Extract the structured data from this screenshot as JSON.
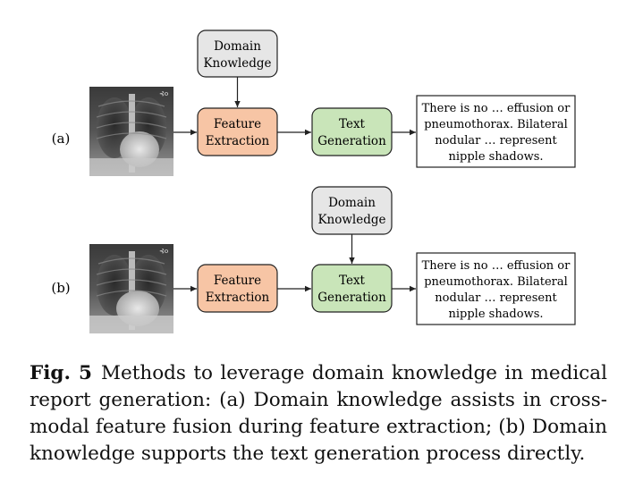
{
  "panels": [
    {
      "label": "(a)",
      "domain_knowledge": [
        "Domain",
        "Knowledge"
      ],
      "feature_extraction": [
        "Feature",
        "Extraction"
      ],
      "text_generation": [
        "Text",
        "Generation"
      ],
      "report": [
        "There is no … effusion or",
        "pneumothorax. Bilateral",
        "nodular … represent",
        "nipple shadows."
      ],
      "knowledge_target": "feature_extraction"
    },
    {
      "label": "(b)",
      "domain_knowledge": [
        "Domain",
        "Knowledge"
      ],
      "feature_extraction": [
        "Feature",
        "Extraction"
      ],
      "text_generation": [
        "Text",
        "Generation"
      ],
      "report": [
        "There is no … effusion or",
        "pneumothorax. Bilateral",
        "nodular … represent",
        "nipple shadows."
      ],
      "knowledge_target": "text_generation"
    }
  ],
  "caption": {
    "label": "Fig. 5",
    "text": "Methods to leverage domain knowledge in medical report generation: (a) Domain knowledge assists in cross-modal feature fusion during feature extraction; (b) Domain knowledge supports the text generation process directly."
  },
  "colors": {
    "domain_knowledge_fill": "#e6e6e6",
    "feature_extraction_fill": "#f7c5a5",
    "text_generation_fill": "#c9e5b9",
    "stroke": "#222222"
  }
}
